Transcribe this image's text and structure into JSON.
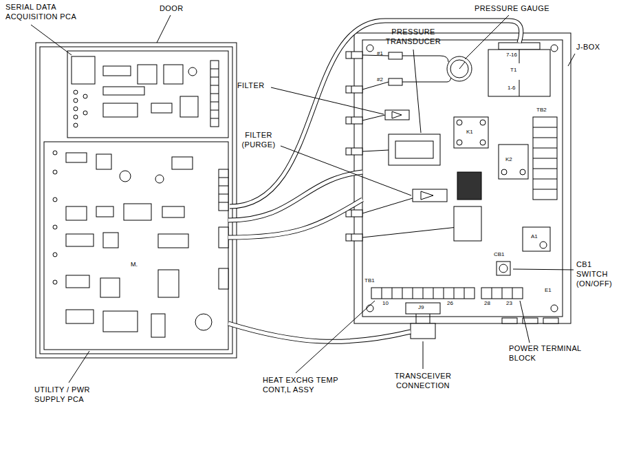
{
  "diagram": {
    "labels": [
      "SERIAL DATA ACQUISITION PCA",
      "DOOR",
      "PRESSURE GAUGE",
      "PRESSURE TRANSDUCER",
      "FILTER",
      "J-BOX",
      "FILTER (PURGE)",
      "#1",
      "#2",
      "7-16",
      "T1",
      "1-6",
      "K1",
      "K2",
      "TB2",
      "A1",
      "CB1",
      "CB1 SWITCH (ON/OFF)",
      "M.",
      "TB1",
      "10",
      "26",
      "28",
      "23",
      "E1",
      "J9",
      "POWER TERMINAL BLOCK",
      "HEAT EXCHG TEMP CONT,L ASSY",
      "TRANSCEIVER CONNECTION",
      "UTILITY / PWR SUPPLY PCA"
    ]
  }
}
